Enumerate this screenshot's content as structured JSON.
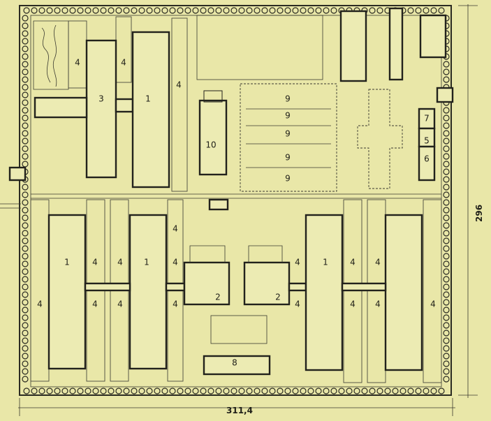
{
  "labels": {
    "barrack": "1",
    "hq": "2",
    "long_block": "3",
    "yard": "4",
    "block5": "5",
    "block6": "6",
    "block7": "7",
    "gate": "8",
    "field": "9",
    "hall": "10"
  },
  "dimensions": {
    "width": "311,4",
    "height": "296"
  }
}
